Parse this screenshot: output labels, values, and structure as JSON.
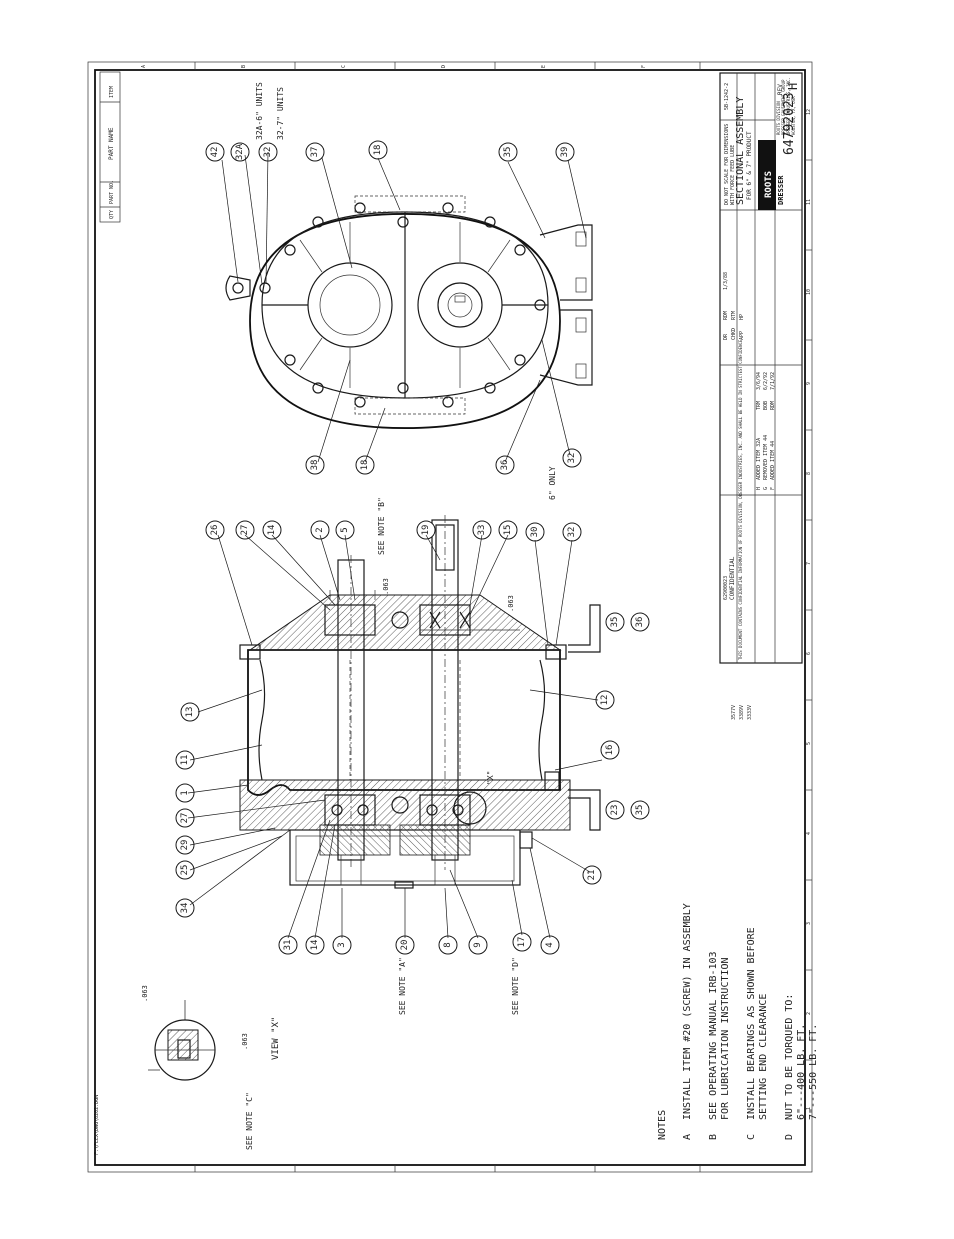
{
  "notes": {
    "heading": "NOTES",
    "items": [
      {
        "letter": "A",
        "lines": [
          "INSTALL ITEM #20 (SCREW) IN ASSEMBLY"
        ]
      },
      {
        "letter": "B",
        "lines": [
          "SEE OPERATING MANUAL IRB-103",
          "FOR LUBRICATION INSTRUCTION"
        ]
      },
      {
        "letter": "C",
        "lines": [
          "INSTALL BEARINGS AS SHOWN BEFORE",
          "SETTING END CLEARANCE"
        ]
      },
      {
        "letter": "D",
        "lines": [
          "NUT TO BE TORQUED TO:",
          "6\"---400 LB. FT.",
          "7\"---550 LB. FT."
        ]
      }
    ]
  },
  "view_x": {
    "title": "VIEW \"X\"",
    "note_ref": "SEE NOTE \"C\"",
    "dim1": ".063",
    "dim2": ".063"
  },
  "section_annotations": {
    "see_note_a": "SEE NOTE \"A\"",
    "see_note_d": "SEE NOTE \"D\"",
    "see_note_b": "SEE NOTE \"B\"",
    "detail_x": "\"X\"",
    "dim_063_a": ".063",
    "dim_063_b": ".063",
    "six_only": "6\" ONLY"
  },
  "end_view_annotations": {
    "units_6": "32A-6\" UNITS",
    "units_7": "32-7\" UNITS"
  },
  "section_balloons": [
    "26",
    "27",
    "14",
    "2",
    "5",
    "19",
    "33",
    "15",
    "30",
    "32",
    "35",
    "36",
    "13",
    "12",
    "11",
    "16",
    "1",
    "27",
    "29",
    "25",
    "34",
    "31",
    "14",
    "3",
    "20",
    "8",
    "9",
    "17",
    "4",
    "21",
    "23",
    "35",
    "36"
  ],
  "end_balloons": [
    "42",
    "32A",
    "32",
    "37",
    "18",
    "35",
    "39",
    "38",
    "18",
    "36",
    "32"
  ],
  "title_block": {
    "title": "SECTIONAL ASSEMBLY",
    "subtitle1": "FOR 6\" & 7\" PRODUCT",
    "subtitle2": "WITH FORCE FEED LUBE",
    "company": "DRESSER",
    "brand": "ROOTS",
    "division_lines": [
      "ROOTS DIVISION",
      "DRESSER EQUIPMENT GROUP",
      "DRESSER INDUSTRIES, INC.",
      "HOUSTON, TX, USA"
    ],
    "drawing_number": "64792023",
    "rev_label": "REV",
    "rev": "H",
    "scale_note": "DO NOT SCALE FOR DIMENSIONS",
    "confidential": "CONFIDENTIAL",
    "drawn_label": "DR",
    "drawn": "RDM",
    "drawn_date": "1/3/88",
    "checked_label": "CHKD",
    "checked": "RTM",
    "app_label": "APP",
    "app": "HP",
    "other_ref": "5B-1242-2",
    "revisions": [
      {
        "rev": "H",
        "desc": "ADDED ITEM 32A",
        "by": "TRM",
        "date": "3/6/94"
      },
      {
        "rev": "G",
        "desc": "REMOVED ITEM 44",
        "by": "BOB",
        "date": "6/2/92"
      },
      {
        "rev": "F",
        "desc": "ADDED ITEM 44",
        "by": "RDM",
        "date": "7/1/92"
      }
    ],
    "confidential_text": "THIS DOCUMENT CONTAINS CONFIDENTIAL INFORMATION OF ROOTS DIVISION, DRESSER INDUSTRIES, INC. AND SHALL BE HELD IN STRICTEST CONFIDENCE.",
    "part_number": "62900023",
    "finish_codes": [
      "3577V",
      "3389V",
      "3333V"
    ]
  },
  "parts_list_header": {
    "qty": "QTY",
    "part_name": "PART NAME",
    "part_no": "PART NO.",
    "item": "ITEM"
  },
  "file_path": "F:\\FLEX\\DWG\\6202.DGN",
  "zone_letters": [
    "A",
    "B",
    "C",
    "D",
    "E",
    "F"
  ],
  "zone_numbers": [
    "1",
    "2",
    "3",
    "4",
    "5",
    "6",
    "7",
    "8",
    "9",
    "10",
    "11",
    "12"
  ]
}
